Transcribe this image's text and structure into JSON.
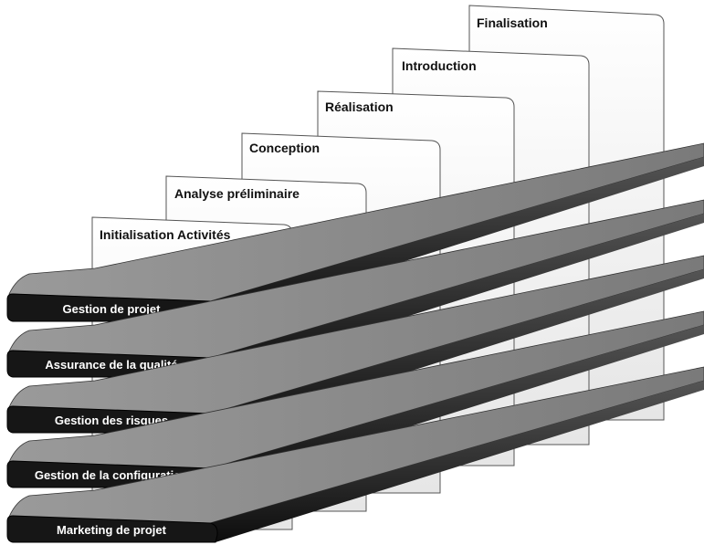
{
  "phases": [
    {
      "label": "Initialisation Activités"
    },
    {
      "label": "Analyse préliminaire"
    },
    {
      "label": "Conception"
    },
    {
      "label": "Réalisation"
    },
    {
      "label": "Introduction"
    },
    {
      "label": "Finalisation"
    }
  ],
  "activities": [
    {
      "label": "Gestion de projet"
    },
    {
      "label": "Assurance de la qualité"
    },
    {
      "label": "Gestion des risques"
    },
    {
      "label": "Gestion de la configuration"
    },
    {
      "label": "Marketing de projet"
    }
  ],
  "colors": {
    "panel_fill": "#ffffff",
    "panel_stroke": "#555555",
    "plank_top": "#8f8f8f",
    "plank_front": "#1c1c1c",
    "plank_side": "#3a3a3a",
    "label_text": "#ffffff"
  }
}
